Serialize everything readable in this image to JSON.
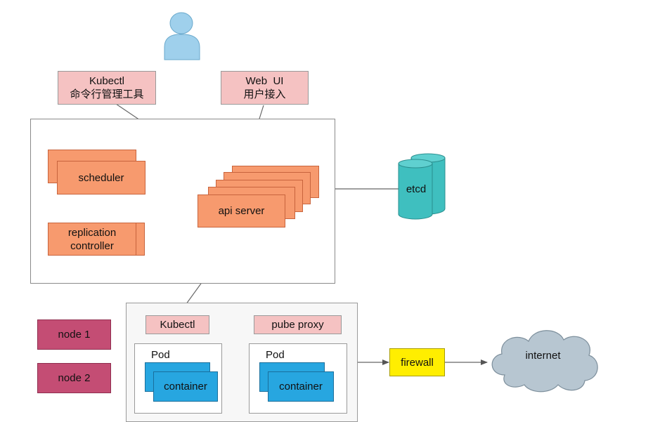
{
  "user": {
    "icon": "user-icon"
  },
  "kubectl_tool": {
    "line1": "Kubectl",
    "line2": "命令行管理工具"
  },
  "web_ui": {
    "line1": "Web  UI",
    "line2": "用户接入"
  },
  "master": {
    "scheduler": "scheduler",
    "replication_line1": "replication",
    "replication_line2": "controller",
    "api_server": "api server"
  },
  "etcd": {
    "label": "etcd",
    "icon": "database-icon"
  },
  "nodes": [
    "node 1",
    "node 2"
  ],
  "worker": {
    "kubectl": "Kubectl",
    "proxy": "pube proxy",
    "pods": [
      {
        "label": "Pod",
        "container": "container"
      },
      {
        "label": "Pod",
        "container": "container"
      }
    ]
  },
  "firewall": {
    "label": "firewall"
  },
  "internet": {
    "label": "internet",
    "icon": "cloud-icon"
  },
  "colors": {
    "pink": "#f5c2c2",
    "orange": "#f79a6e",
    "teal": "#3fbfbf",
    "blue": "#27a6e0",
    "magenta": "#c44d74",
    "yellow": "#ffee00",
    "cloud": "#b7c6d1",
    "user": "#9fd0ec"
  }
}
